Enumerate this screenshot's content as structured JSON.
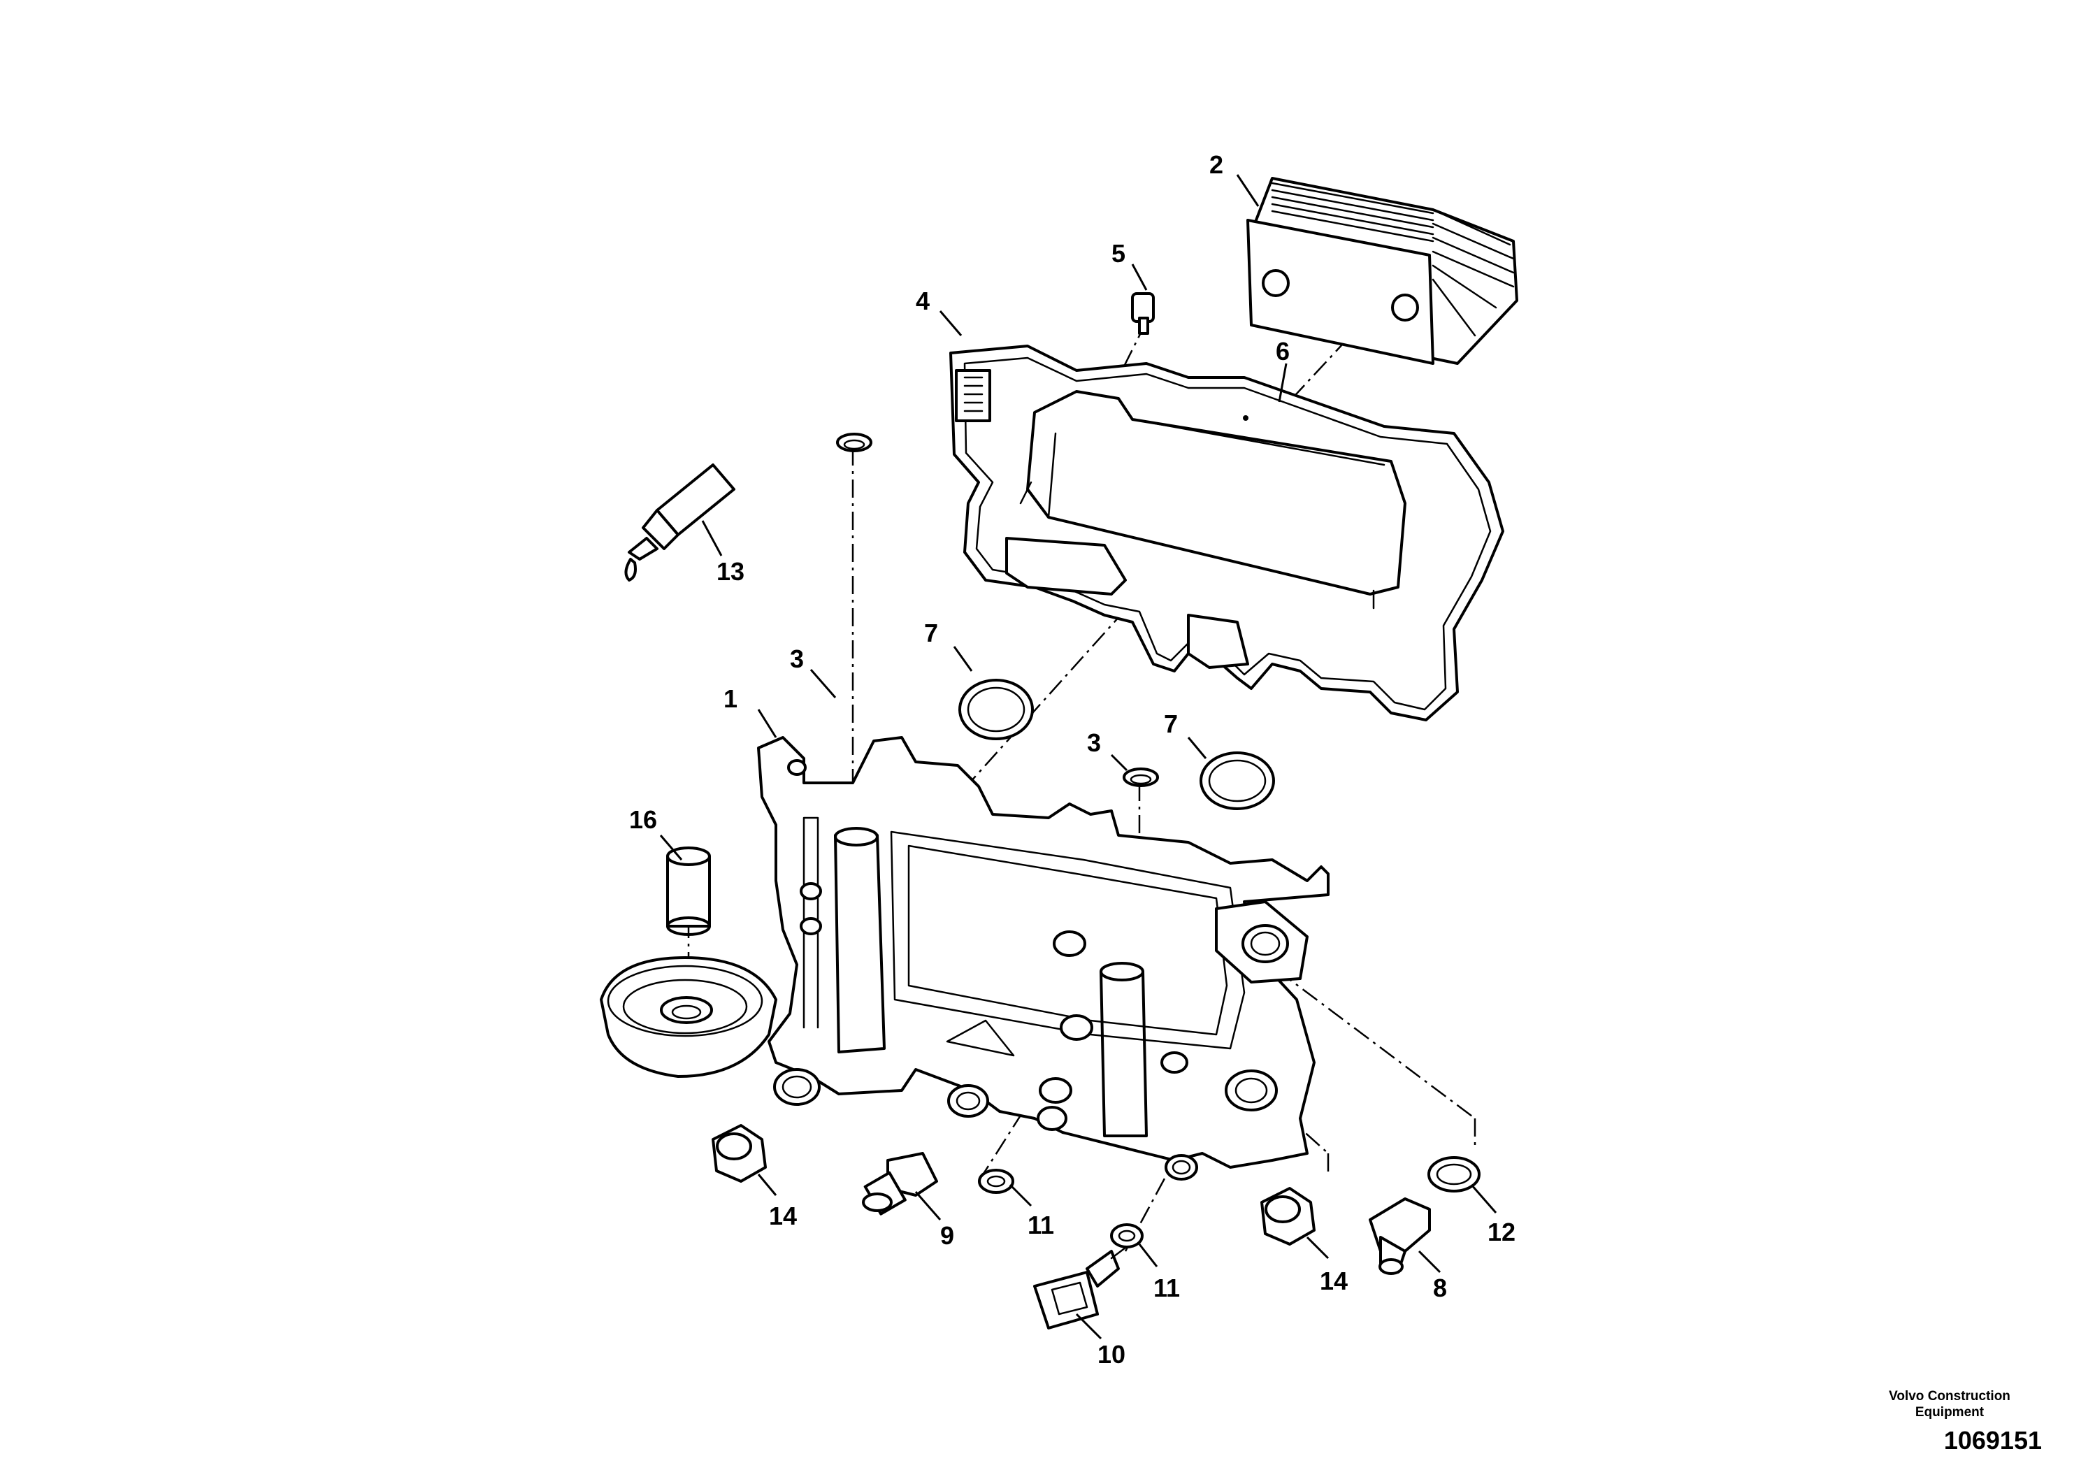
{
  "callouts": {
    "c1": "1",
    "c2": "2",
    "c3a": "3",
    "c3b": "3",
    "c4": "4",
    "c5": "5",
    "c6": "6",
    "c7a": "7",
    "c7b": "7",
    "c8": "8",
    "c9": "9",
    "c10": "10",
    "c11a": "11",
    "c11b": "11",
    "c12": "12",
    "c13": "13",
    "c14a": "14",
    "c14b": "14",
    "c16": "16"
  },
  "footer": {
    "brand_line1": "Volvo Construction",
    "brand_line2": "Equipment",
    "illustration_number": "1069151"
  }
}
